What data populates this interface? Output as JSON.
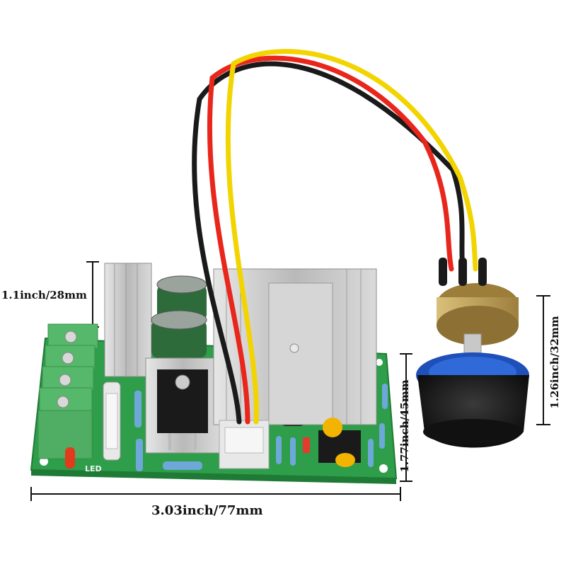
{
  "product_photo": {
    "subject": "pwm-motor-speed-controller-module-with-potentiometer",
    "dimensions": {
      "height_label": "1.1inch/28mm",
      "board_height_label": "1.77inch/45mm",
      "knob_height_label": "1.26inch/32mm",
      "width_label": "3.03inch/77mm"
    },
    "board_marking": "LED",
    "colors": {
      "pcb": "#2e9e4a",
      "terminal": "#55b86a",
      "heatsink": "#c9c9c9",
      "wire_red": "#e8261c",
      "wire_yellow": "#f2d400",
      "wire_black": "#1a1a1a",
      "knob_body": "#1d1d1d",
      "knob_ring": "#1f4fb8",
      "pot_brass": "#b99b56"
    }
  }
}
